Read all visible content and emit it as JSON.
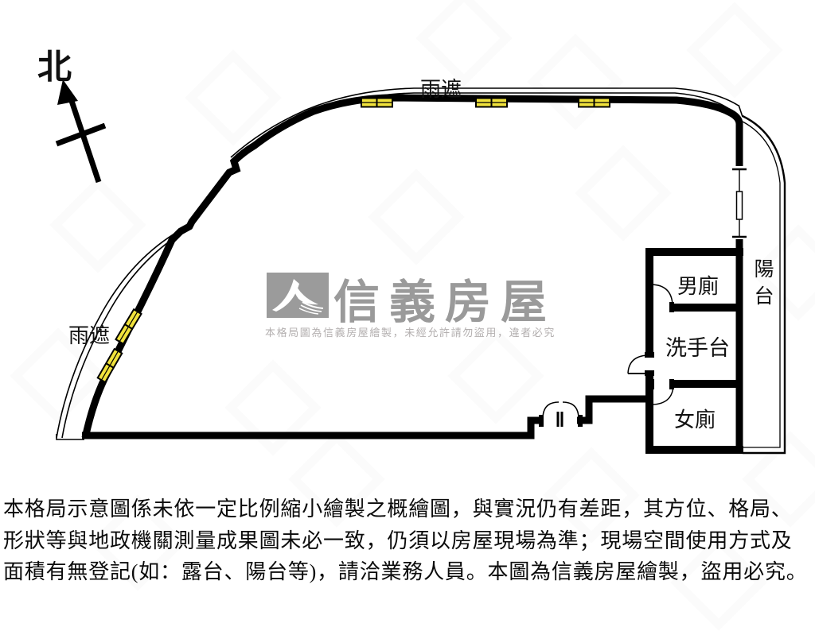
{
  "compass": {
    "north_label": "北"
  },
  "floor_plan": {
    "labels": {
      "rain_shelter_top": "雨遮",
      "rain_shelter_left": "雨遮",
      "balcony": "陽台",
      "mens_toilet": "男廁",
      "sink_counter": "洗手台",
      "womens_toilet": "女廁"
    },
    "colors": {
      "wall": "#000000",
      "window_fill": "#f0e23c",
      "watermark_text": "#9a9a9a",
      "notice_text": "#b3afaf"
    }
  },
  "watermark": {
    "logo_icon": "sinyi-swoosh-logo",
    "brand_name": "信義房屋",
    "notice": "本格局圖為信義房屋繪製，未經允許請勿盜用，違者必究"
  },
  "disclaimer": {
    "line1": "本格局示意圖係未依一定比例縮小繪製之概繪圖，與實況仍有差距，其方位、格局、",
    "line2": "形狀等與地政機關測量成果圖未必一致，仍須以房屋現場為準；現場空間使用方式及",
    "line3": "面積有無登記(如：露台、陽台等)，請洽業務人員。本圖為信義房屋繪製，盜用必究。"
  }
}
